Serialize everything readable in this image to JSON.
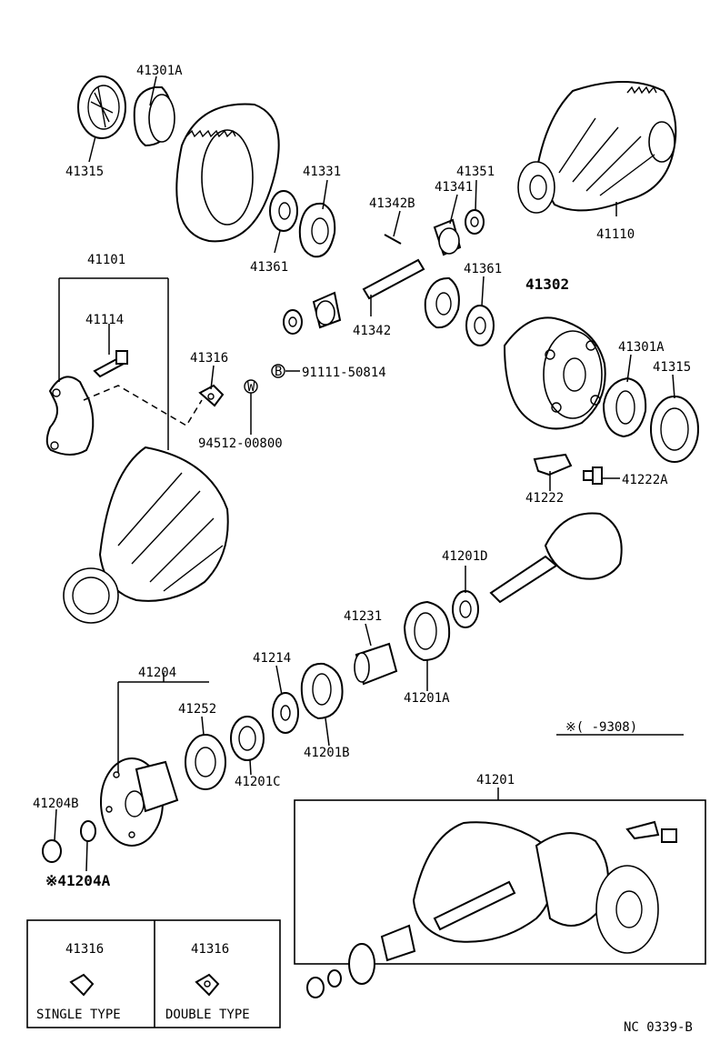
{
  "labels": {
    "p41301A_top": "41301A",
    "p41315_top": "41315",
    "p41331": "41331",
    "p41342B": "41342B",
    "p41341": "41341",
    "p41351": "41351",
    "p41110": "41110",
    "p41361_left": "41361",
    "p41101": "41101",
    "p41114": "41114",
    "p41342": "41342",
    "p41361_right": "41361",
    "p41302": "41302",
    "p41316_mid": "41316",
    "b_symbol": "B",
    "p91111": "91111-50814",
    "w_symbol": "W",
    "p94512": "94512-00800",
    "p41301A_right": "41301A",
    "p41315_right": "41315",
    "p41222": "41222",
    "p41222A": "41222A",
    "p41201D": "41201D",
    "p41231": "41231",
    "p41201A": "41201A",
    "p41204": "41204",
    "p41214": "41214",
    "p41252": "41252",
    "p41201B": "41201B",
    "p41201C": "41201C",
    "note_range": "※(   -9308)",
    "p41201": "41201",
    "p41204B": "41204B",
    "p41204A": "※41204A",
    "single_num": "41316",
    "single_type": "SINGLE TYPE",
    "double_num": "41316",
    "double_type": "DOUBLE TYPE",
    "diagram_code": "NC 0339-B"
  }
}
